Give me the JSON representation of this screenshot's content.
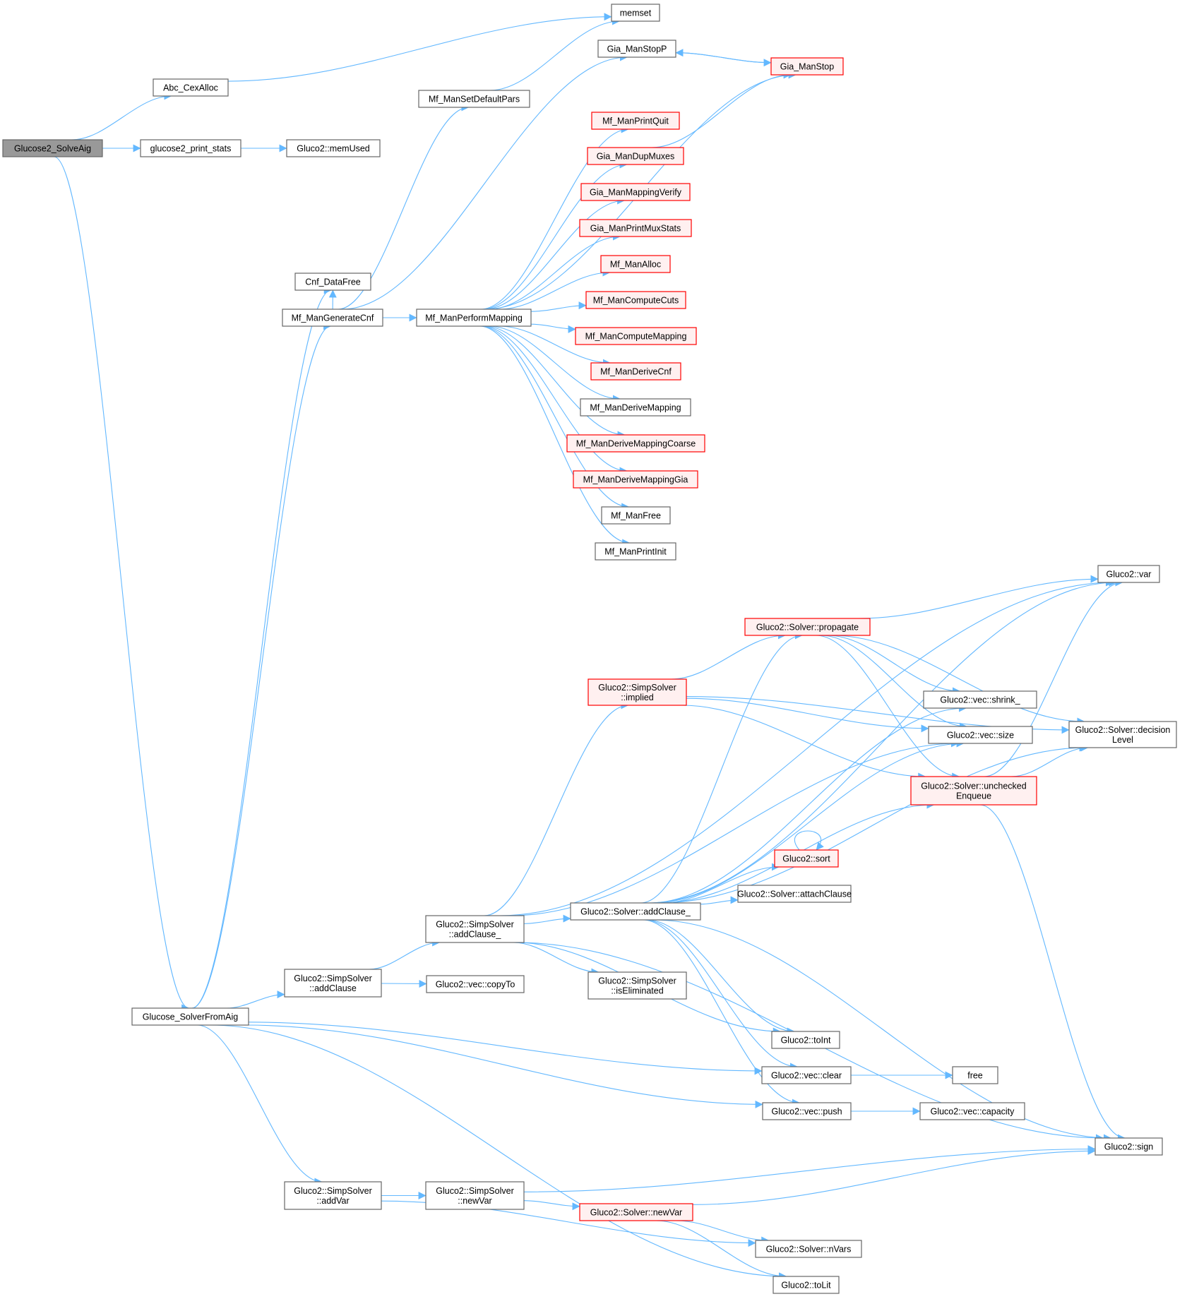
{
  "colors": {
    "edge": "#63b8ff",
    "node_fill": "#ffffff",
    "node_border": "#666666",
    "root_fill": "#999999",
    "root_border": "#666666",
    "truncated_fill": "#fff0f0",
    "truncated_border": "#ff0000"
  },
  "nodes": [
    {
      "id": "root",
      "lines": [
        "Glucose2_SolveAig"
      ],
      "style": "root"
    },
    {
      "id": "cexalloc",
      "lines": [
        "Abc_CexAlloc"
      ],
      "style": "normal"
    },
    {
      "id": "printstats",
      "lines": [
        "glucose2_print_stats"
      ],
      "style": "normal"
    },
    {
      "id": "memused",
      "lines": [
        "Gluco2::memUsed"
      ],
      "style": "normal"
    },
    {
      "id": "memset",
      "lines": [
        "memset"
      ],
      "style": "normal"
    },
    {
      "id": "setdefault",
      "lines": [
        "Mf_ManSetDefaultPars"
      ],
      "style": "normal"
    },
    {
      "id": "stopp",
      "lines": [
        "Gia_ManStopP"
      ],
      "style": "normal"
    },
    {
      "id": "stop",
      "lines": [
        "Gia_ManStop"
      ],
      "style": "truncated"
    },
    {
      "id": "printquit",
      "lines": [
        "Mf_ManPrintQuit"
      ],
      "style": "truncated"
    },
    {
      "id": "dupmuxes",
      "lines": [
        "Gia_ManDupMuxes"
      ],
      "style": "truncated"
    },
    {
      "id": "mapverify",
      "lines": [
        "Gia_ManMappingVerify"
      ],
      "style": "truncated"
    },
    {
      "id": "printmux",
      "lines": [
        "Gia_ManPrintMuxStats"
      ],
      "style": "truncated"
    },
    {
      "id": "manalloc",
      "lines": [
        "Mf_ManAlloc"
      ],
      "style": "truncated"
    },
    {
      "id": "computecuts",
      "lines": [
        "Mf_ManComputeCuts"
      ],
      "style": "truncated"
    },
    {
      "id": "computemap",
      "lines": [
        "Mf_ManComputeMapping"
      ],
      "style": "truncated"
    },
    {
      "id": "derivecnf",
      "lines": [
        "Mf_ManDeriveCnf"
      ],
      "style": "truncated"
    },
    {
      "id": "derivemap",
      "lines": [
        "Mf_ManDeriveMapping"
      ],
      "style": "normal"
    },
    {
      "id": "derivecoarse",
      "lines": [
        "Mf_ManDeriveMappingCoarse"
      ],
      "style": "truncated"
    },
    {
      "id": "derivegia",
      "lines": [
        "Mf_ManDeriveMappingGia"
      ],
      "style": "truncated"
    },
    {
      "id": "manfree",
      "lines": [
        "Mf_ManFree"
      ],
      "style": "normal"
    },
    {
      "id": "printinit",
      "lines": [
        "Mf_ManPrintInit"
      ],
      "style": "normal"
    },
    {
      "id": "cnffree",
      "lines": [
        "Cnf_DataFree"
      ],
      "style": "normal"
    },
    {
      "id": "gencnf",
      "lines": [
        "Mf_ManGenerateCnf"
      ],
      "style": "normal"
    },
    {
      "id": "perfmap",
      "lines": [
        "Mf_ManPerformMapping"
      ],
      "style": "normal"
    },
    {
      "id": "var",
      "lines": [
        "Gluco2::var"
      ],
      "style": "normal"
    },
    {
      "id": "propagate",
      "lines": [
        "Gluco2::Solver::propagate"
      ],
      "style": "truncated"
    },
    {
      "id": "implied",
      "lines": [
        "Gluco2::SimpSolver",
        "::implied"
      ],
      "style": "truncated"
    },
    {
      "id": "shrink",
      "lines": [
        "Gluco2::vec::shrink_"
      ],
      "style": "normal"
    },
    {
      "id": "size",
      "lines": [
        "Gluco2::vec::size"
      ],
      "style": "normal"
    },
    {
      "id": "declevel",
      "lines": [
        "Gluco2::Solver::decision",
        "Level"
      ],
      "style": "normal"
    },
    {
      "id": "enqueue",
      "lines": [
        "Gluco2::Solver::unchecked",
        "Enqueue"
      ],
      "style": "truncated"
    },
    {
      "id": "sort",
      "lines": [
        "Gluco2::sort"
      ],
      "style": "truncated"
    },
    {
      "id": "attach",
      "lines": [
        "Gluco2::Solver::attachClause"
      ],
      "style": "normal"
    },
    {
      "id": "simpaddcl_",
      "lines": [
        "Gluco2::SimpSolver",
        "::addClause_"
      ],
      "style": "normal"
    },
    {
      "id": "solveraddcl_",
      "lines": [
        "Gluco2::Solver::addClause_"
      ],
      "style": "normal"
    },
    {
      "id": "simpaddcl",
      "lines": [
        "Gluco2::SimpSolver",
        "::addClause"
      ],
      "style": "normal"
    },
    {
      "id": "copyto",
      "lines": [
        "Gluco2::vec::copyTo"
      ],
      "style": "normal"
    },
    {
      "id": "iselim",
      "lines": [
        "Gluco2::SimpSolver",
        "::isEliminated"
      ],
      "style": "normal"
    },
    {
      "id": "solverfromaig",
      "lines": [
        "Glucose_SolverFromAig"
      ],
      "style": "normal"
    },
    {
      "id": "toint",
      "lines": [
        "Gluco2::toInt"
      ],
      "style": "normal"
    },
    {
      "id": "clear",
      "lines": [
        "Gluco2::vec::clear"
      ],
      "style": "normal"
    },
    {
      "id": "free",
      "lines": [
        "free"
      ],
      "style": "normal"
    },
    {
      "id": "push",
      "lines": [
        "Gluco2::vec::push"
      ],
      "style": "normal"
    },
    {
      "id": "capacity",
      "lines": [
        "Gluco2::vec::capacity"
      ],
      "style": "normal"
    },
    {
      "id": "sign",
      "lines": [
        "Gluco2::sign"
      ],
      "style": "normal"
    },
    {
      "id": "addvar",
      "lines": [
        "Gluco2::SimpSolver",
        "::addVar"
      ],
      "style": "normal"
    },
    {
      "id": "simpnewvar",
      "lines": [
        "Gluco2::SimpSolver",
        "::newVar"
      ],
      "style": "normal"
    },
    {
      "id": "solvernewvar",
      "lines": [
        "Gluco2::Solver::newVar"
      ],
      "style": "truncated"
    },
    {
      "id": "nvars",
      "lines": [
        "Gluco2::Solver::nVars"
      ],
      "style": "normal"
    },
    {
      "id": "tolit",
      "lines": [
        "Gluco2::toLit"
      ],
      "style": "normal"
    }
  ],
  "edges": [
    [
      "root",
      "cexalloc"
    ],
    [
      "root",
      "printstats"
    ],
    [
      "root",
      "solverfromaig"
    ],
    [
      "cexalloc",
      "memset"
    ],
    [
      "printstats",
      "memused"
    ],
    [
      "setdefault",
      "memset"
    ],
    [
      "stopp",
      "stop"
    ],
    [
      "stop",
      "stopp"
    ],
    [
      "dupmuxes",
      "stop"
    ],
    [
      "gencnf",
      "setdefault"
    ],
    [
      "gencnf",
      "stopp"
    ],
    [
      "gencnf",
      "perfmap"
    ],
    [
      "gencnf",
      "cnffree"
    ],
    [
      "perfmap",
      "stop"
    ],
    [
      "perfmap",
      "printquit"
    ],
    [
      "perfmap",
      "dupmuxes"
    ],
    [
      "perfmap",
      "mapverify"
    ],
    [
      "perfmap",
      "printmux"
    ],
    [
      "perfmap",
      "manalloc"
    ],
    [
      "perfmap",
      "computecuts"
    ],
    [
      "perfmap",
      "computemap"
    ],
    [
      "perfmap",
      "derivecnf"
    ],
    [
      "perfmap",
      "derivemap"
    ],
    [
      "perfmap",
      "derivecoarse"
    ],
    [
      "perfmap",
      "derivegia"
    ],
    [
      "perfmap",
      "manfree"
    ],
    [
      "perfmap",
      "printinit"
    ],
    [
      "solverfromaig",
      "cnffree"
    ],
    [
      "solverfromaig",
      "gencnf"
    ],
    [
      "solverfromaig",
      "simpaddcl"
    ],
    [
      "solverfromaig",
      "clear"
    ],
    [
      "solverfromaig",
      "push"
    ],
    [
      "solverfromaig",
      "addvar"
    ],
    [
      "solverfromaig",
      "tolit"
    ],
    [
      "simpaddcl",
      "simpaddcl_"
    ],
    [
      "simpaddcl",
      "copyto"
    ],
    [
      "simpaddcl_",
      "var"
    ],
    [
      "simpaddcl_",
      "implied"
    ],
    [
      "simpaddcl_",
      "size"
    ],
    [
      "simpaddcl_",
      "solveraddcl_"
    ],
    [
      "simpaddcl_",
      "iselim"
    ],
    [
      "simpaddcl_",
      "toint"
    ],
    [
      "simpaddcl_",
      "sign"
    ],
    [
      "implied",
      "propagate"
    ],
    [
      "implied",
      "declevel"
    ],
    [
      "implied",
      "size"
    ],
    [
      "implied",
      "enqueue"
    ],
    [
      "propagate",
      "var"
    ],
    [
      "propagate",
      "shrink"
    ],
    [
      "propagate",
      "size"
    ],
    [
      "propagate",
      "declevel"
    ],
    [
      "propagate",
      "enqueue"
    ],
    [
      "enqueue",
      "var"
    ],
    [
      "enqueue",
      "declevel"
    ],
    [
      "enqueue",
      "sign"
    ],
    [
      "solveraddcl_",
      "var"
    ],
    [
      "solveraddcl_",
      "propagate"
    ],
    [
      "solveraddcl_",
      "shrink"
    ],
    [
      "solveraddcl_",
      "size"
    ],
    [
      "solveraddcl_",
      "declevel"
    ],
    [
      "solveraddcl_",
      "enqueue"
    ],
    [
      "solveraddcl_",
      "sort"
    ],
    [
      "solveraddcl_",
      "attach"
    ],
    [
      "solveraddcl_",
      "toint"
    ],
    [
      "solveraddcl_",
      "clear"
    ],
    [
      "solveraddcl_",
      "push"
    ],
    [
      "solveraddcl_",
      "sign"
    ],
    [
      "sort",
      "sort"
    ],
    [
      "clear",
      "free"
    ],
    [
      "push",
      "capacity"
    ],
    [
      "addvar",
      "simpnewvar"
    ],
    [
      "addvar",
      "nvars"
    ],
    [
      "simpnewvar",
      "solvernewvar"
    ],
    [
      "simpnewvar",
      "sign"
    ],
    [
      "solvernewvar",
      "sign"
    ],
    [
      "solvernewvar",
      "nvars"
    ],
    [
      "solvernewvar",
      "tolit"
    ]
  ]
}
